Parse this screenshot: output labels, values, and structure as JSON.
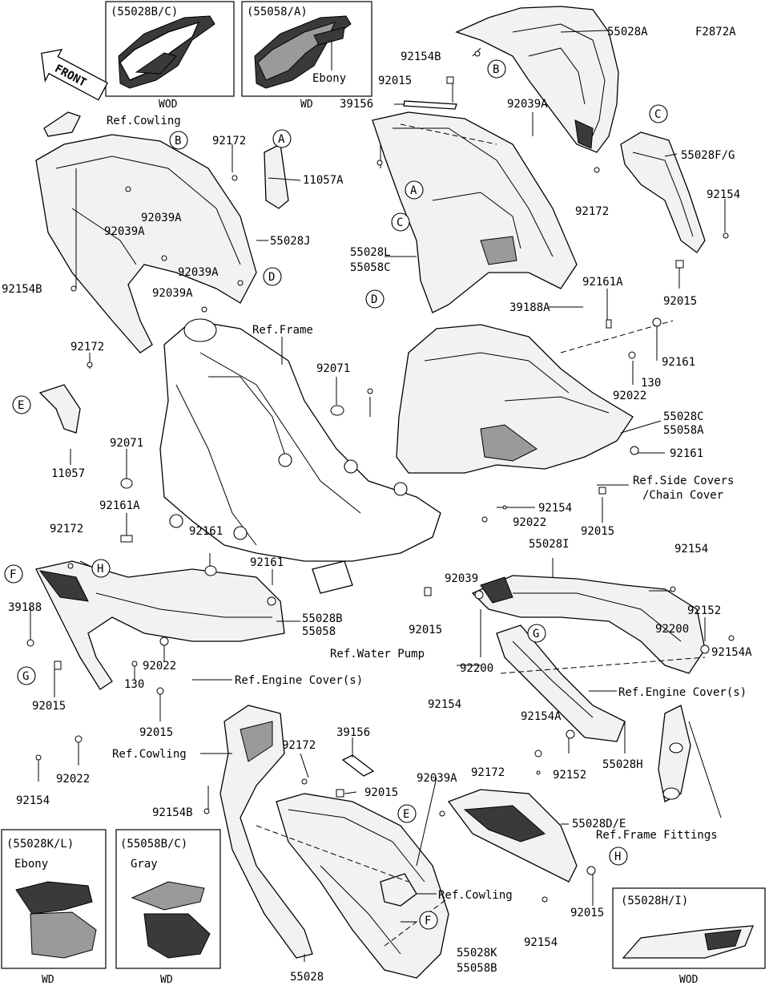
{
  "diagram_code": "F2872A",
  "front_arrow": "FRONT",
  "insets": {
    "top_left": {
      "code": "(55028B/C)",
      "caption": "WOD"
    },
    "top_second": {
      "code": "(55058/A)",
      "note": "Ebony",
      "caption": "WD"
    },
    "bottom_left": {
      "code": "(55028K/L)",
      "note": "Ebony",
      "caption": "WD"
    },
    "bottom_second": {
      "code": "(55058B/C)",
      "note": "Gray",
      "caption": "WD"
    },
    "bottom_right": {
      "code": "(55028H/I)",
      "caption": "WOD"
    }
  },
  "callouts": [
    "A",
    "B",
    "C",
    "D",
    "E",
    "F",
    "G",
    "H"
  ],
  "part_labels": [
    "55028A",
    "92154B",
    "92015",
    "39156",
    "92039A",
    "55028F/G",
    "92172",
    "92154",
    "92015",
    "92161A",
    "39188A",
    "55028L",
    "55058C",
    "92161",
    "130",
    "92022",
    "55028C",
    "55058A",
    "92161",
    "Ref.Side Covers",
    "/Chain Cover",
    "92154",
    "92022",
    "92015",
    "55028I",
    "92154",
    "92200",
    "92152",
    "92154A",
    "92039",
    "Ref.Water Pump",
    "92015",
    "92200",
    "92154",
    "Ref.Engine Cover(s)",
    "92154A",
    "92152",
    "55028H",
    "Ref.Frame Fittings",
    "92015",
    "92154",
    "55028D/E",
    "92172",
    "39156",
    "92015",
    "92039A",
    "Ref.Cowling",
    "55028K",
    "55058B",
    "55028",
    "92154B",
    "Ref.Cowling",
    "92172",
    "92154",
    "92022",
    "92015",
    "130",
    "92022",
    "Ref.Engine Cover(s)",
    "55028B",
    "55058",
    "92161",
    "92161",
    "92015",
    "39188",
    "92172",
    "92161A",
    "92071",
    "92071",
    "11057",
    "92172",
    "92154B",
    "92039A",
    "92039A",
    "92039A",
    "55028J",
    "11057A",
    "92039A",
    "92172",
    "Ref.Cowling",
    "Ref.Frame"
  ]
}
